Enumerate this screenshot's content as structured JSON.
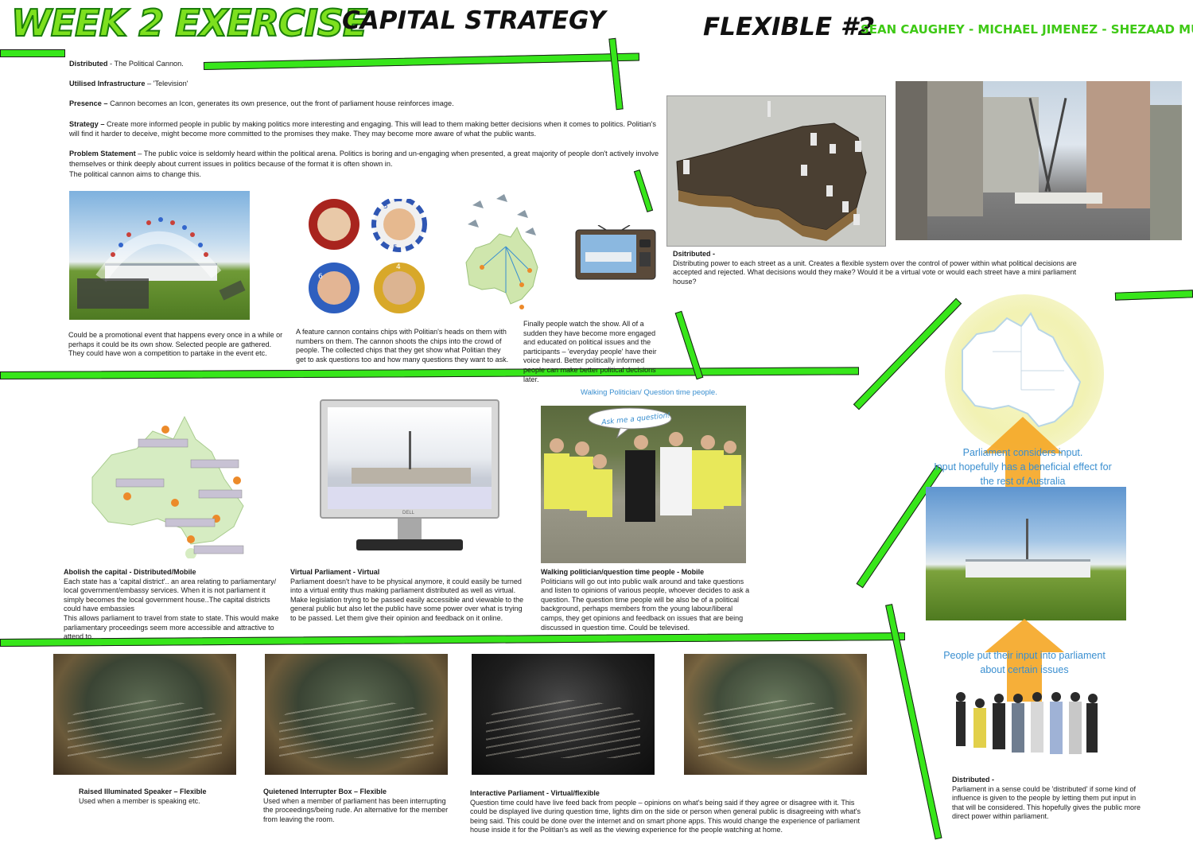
{
  "header": {
    "week_title": "WEEK 2 EXERCISE",
    "capital_title": "CAPITAL STRATEGY",
    "flexible_title": "FLEXIBLE #2",
    "authors": "SEAN CAUGHEY - MICHAEL JIMENEZ - SHEZAAD MUSSA"
  },
  "intro": {
    "distributed_label": "Distributed",
    "distributed_text": " - The Political Cannon.",
    "infrastructure_label": "Utilised Infrastructure",
    "infrastructure_text": " – 'Television'",
    "presence_label": "Presence –",
    "presence_text": " Cannon becomes an Icon, generates its own presence, out the front of parliament house reinforces image.",
    "strategy_label": "Strategy –",
    "strategy_text": " Create more informed people in public by making politics more interesting and engaging. This will lead to them making better decisions when it comes to politics. Politian's will find it harder to deceive, might become more committed to the promises they make. They may become more aware of what the public wants.",
    "problem_label": "Problem Statement",
    "problem_text": " – The public voice is seldomly heard within the political arena. Politics is boring and un-engaging when presented, a great majority of people don't actively involve themselves or think deeply about current issues in politics because of the format it is often shown in.",
    "problem_text_2": "The political cannon aims to change this."
  },
  "cannon_section": {
    "caption_event": "Could be a promotional event that happens every once in a while or perhaps it could be its own show. Selected people are gathered. They could have won a competition to partake in the event etc.",
    "caption_chips": "A feature cannon contains chips with Politian's heads on them with numbers on them. The cannon shoots the chips into the crowd of people. The collected chips that they get show what Politian they get to ask questions too and how many questions they want to ask.",
    "caption_show": "Finally people watch the show. All of a sudden they have become more engaged and educated on political issues and the participants – 'everyday people' have their voice heard. Better politically informed people can make better political decisions later.",
    "chip_numbers": [
      "5",
      "5",
      "6",
      "4"
    ]
  },
  "distributed_street": {
    "title": "Dsitributed -",
    "text": "Distributing power to each street as a unit. Creates a flexible system over the control of power within what political decisions are accepted and rejected. What decisions would they make? Would it be a virtual vote or would each street have a mini parliament house?"
  },
  "middle_section": {
    "walking_label": "Walking Politician/ Question time people.",
    "speech_bubble": "Ask me a question!",
    "abolish_title": "Abolish the capital - Distributed/Mobile",
    "abolish_text": "Each state has a 'capital district'.. an area relating to parliamentary/ local government/embassy services. When it is not parliament it simply becomes the local government house..The capital districts could have embassies",
    "abolish_text_2": "This allows parliament to travel from state to state. This would make parliamentary proceedings seem more accessible and attractive to attend to.",
    "virtual_title": "Virtual Parliament - Virtual",
    "virtual_text": "Parliament doesn't have to be physical anymore, it could easily be turned into a virtual entity thus making parliament distributed as well as virtual. Make legislation trying to be passed easily accessible and viewable to the general public but also let the public have some power over what is trying to be passed. Let them give their opinion and feedback on it online.",
    "walking_title": "Walking politician/question time people - Mobile",
    "walking_text": "Politicians will go out into public walk around and take questions and listen to opinions of various people, whoever decides to ask a question. The question time people will be also be of a political background, perhaps members from the young labour/liberal camps, they get opinions and feedback on issues that are being discussed in question time. Could be televised.",
    "monitor_brand": "DELL"
  },
  "right_section": {
    "parliament_considers": "Parliament considers input.",
    "input_effect_1": "Input hopefully has a beneficial effect for",
    "input_effect_2": "the rest of Australia",
    "people_put_1": "People put their input into parliament",
    "people_put_2": "about certain issues",
    "distributed_title": "Distributed -",
    "distributed_text": "Parliament in a sense could be 'distributed' if some kind of influence is given to the people by letting them put input in that will be considered. This hopefully gives the public more direct power within parliament."
  },
  "bottom_section": {
    "speaker_title": "Raised Illuminated Speaker – Flexible",
    "speaker_text": "Used when a member is speaking etc.",
    "interrupter_title": "Quietened Interrupter Box – Flexible",
    "interrupter_text": "Used when a member of parliament has been interrupting the proceedings/being rude. An alternative for the member from leaving the room.",
    "interactive_title": "Interactive Parliament - Virtual/flexible",
    "interactive_text": "Question time could have live feed back from people – opinions on what's being said if they agree or disagree with it. This could be displayed live during question time, lights dim on the side or person when general public is disagreeing with what's being said. This could be done over the internet and on smart phone apps. This would change the experience of parliament house inside it for the Politian's as well as the viewing experience for the people watching at home."
  },
  "colors": {
    "accent_green": "#37e61a",
    "title_green": "#7de01e",
    "arrow_orange": "#f5a623",
    "caption_blue": "#3a8fd0"
  }
}
